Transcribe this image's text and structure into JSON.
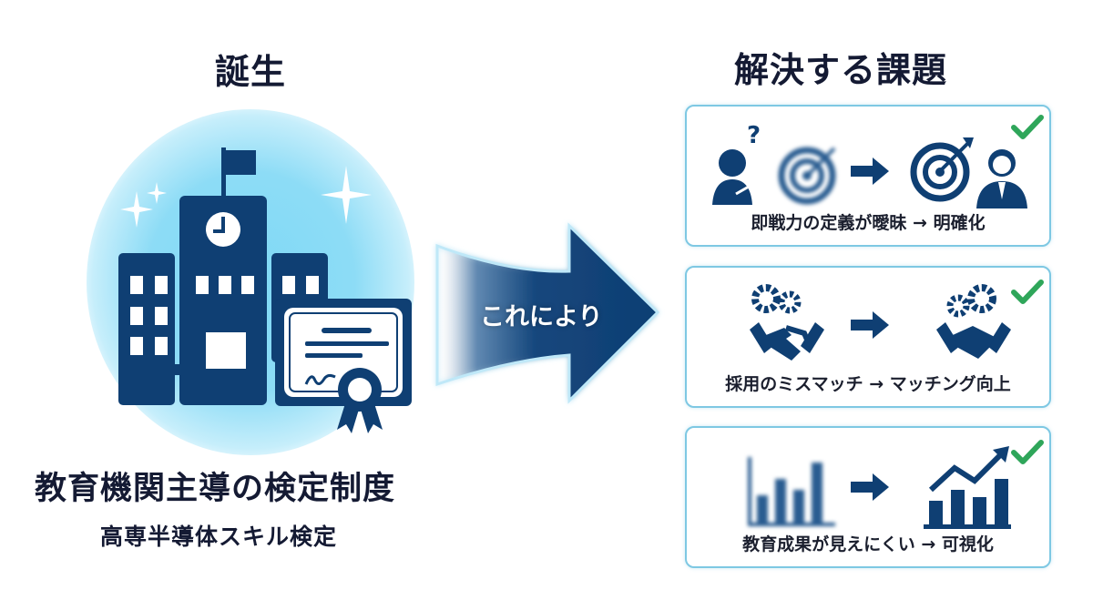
{
  "left": {
    "title": "誕生",
    "main_label": "教育機関主導の検定制度",
    "sub_label": "高専半導体スキル検定",
    "illustration": "school-building-with-certificate-icon"
  },
  "arrow": {
    "label": "これにより"
  },
  "right": {
    "title": "解決する課題",
    "cards": [
      {
        "caption": "即戦力の定義が曖昧 → 明確化",
        "before_icon": "confused-person-blurred-target-icon",
        "after_icon": "clear-target-confident-person-icon",
        "status": "check-icon"
      },
      {
        "caption": "採用のミスマッチ → マッチング向上",
        "before_icon": "gears-broken-handshake-icon",
        "after_icon": "gears-handshake-icon",
        "status": "check-icon"
      },
      {
        "caption": "教育成果が見えにくい → 可視化",
        "before_icon": "blurred-bar-chart-icon",
        "after_icon": "rising-bar-chart-icon",
        "status": "check-icon"
      }
    ]
  },
  "colors": {
    "navy": "#0f3f73",
    "text": "#141a33",
    "glow": "#7fd9f5",
    "card_border": "#7ec8e3",
    "check": "#2fa65a"
  }
}
